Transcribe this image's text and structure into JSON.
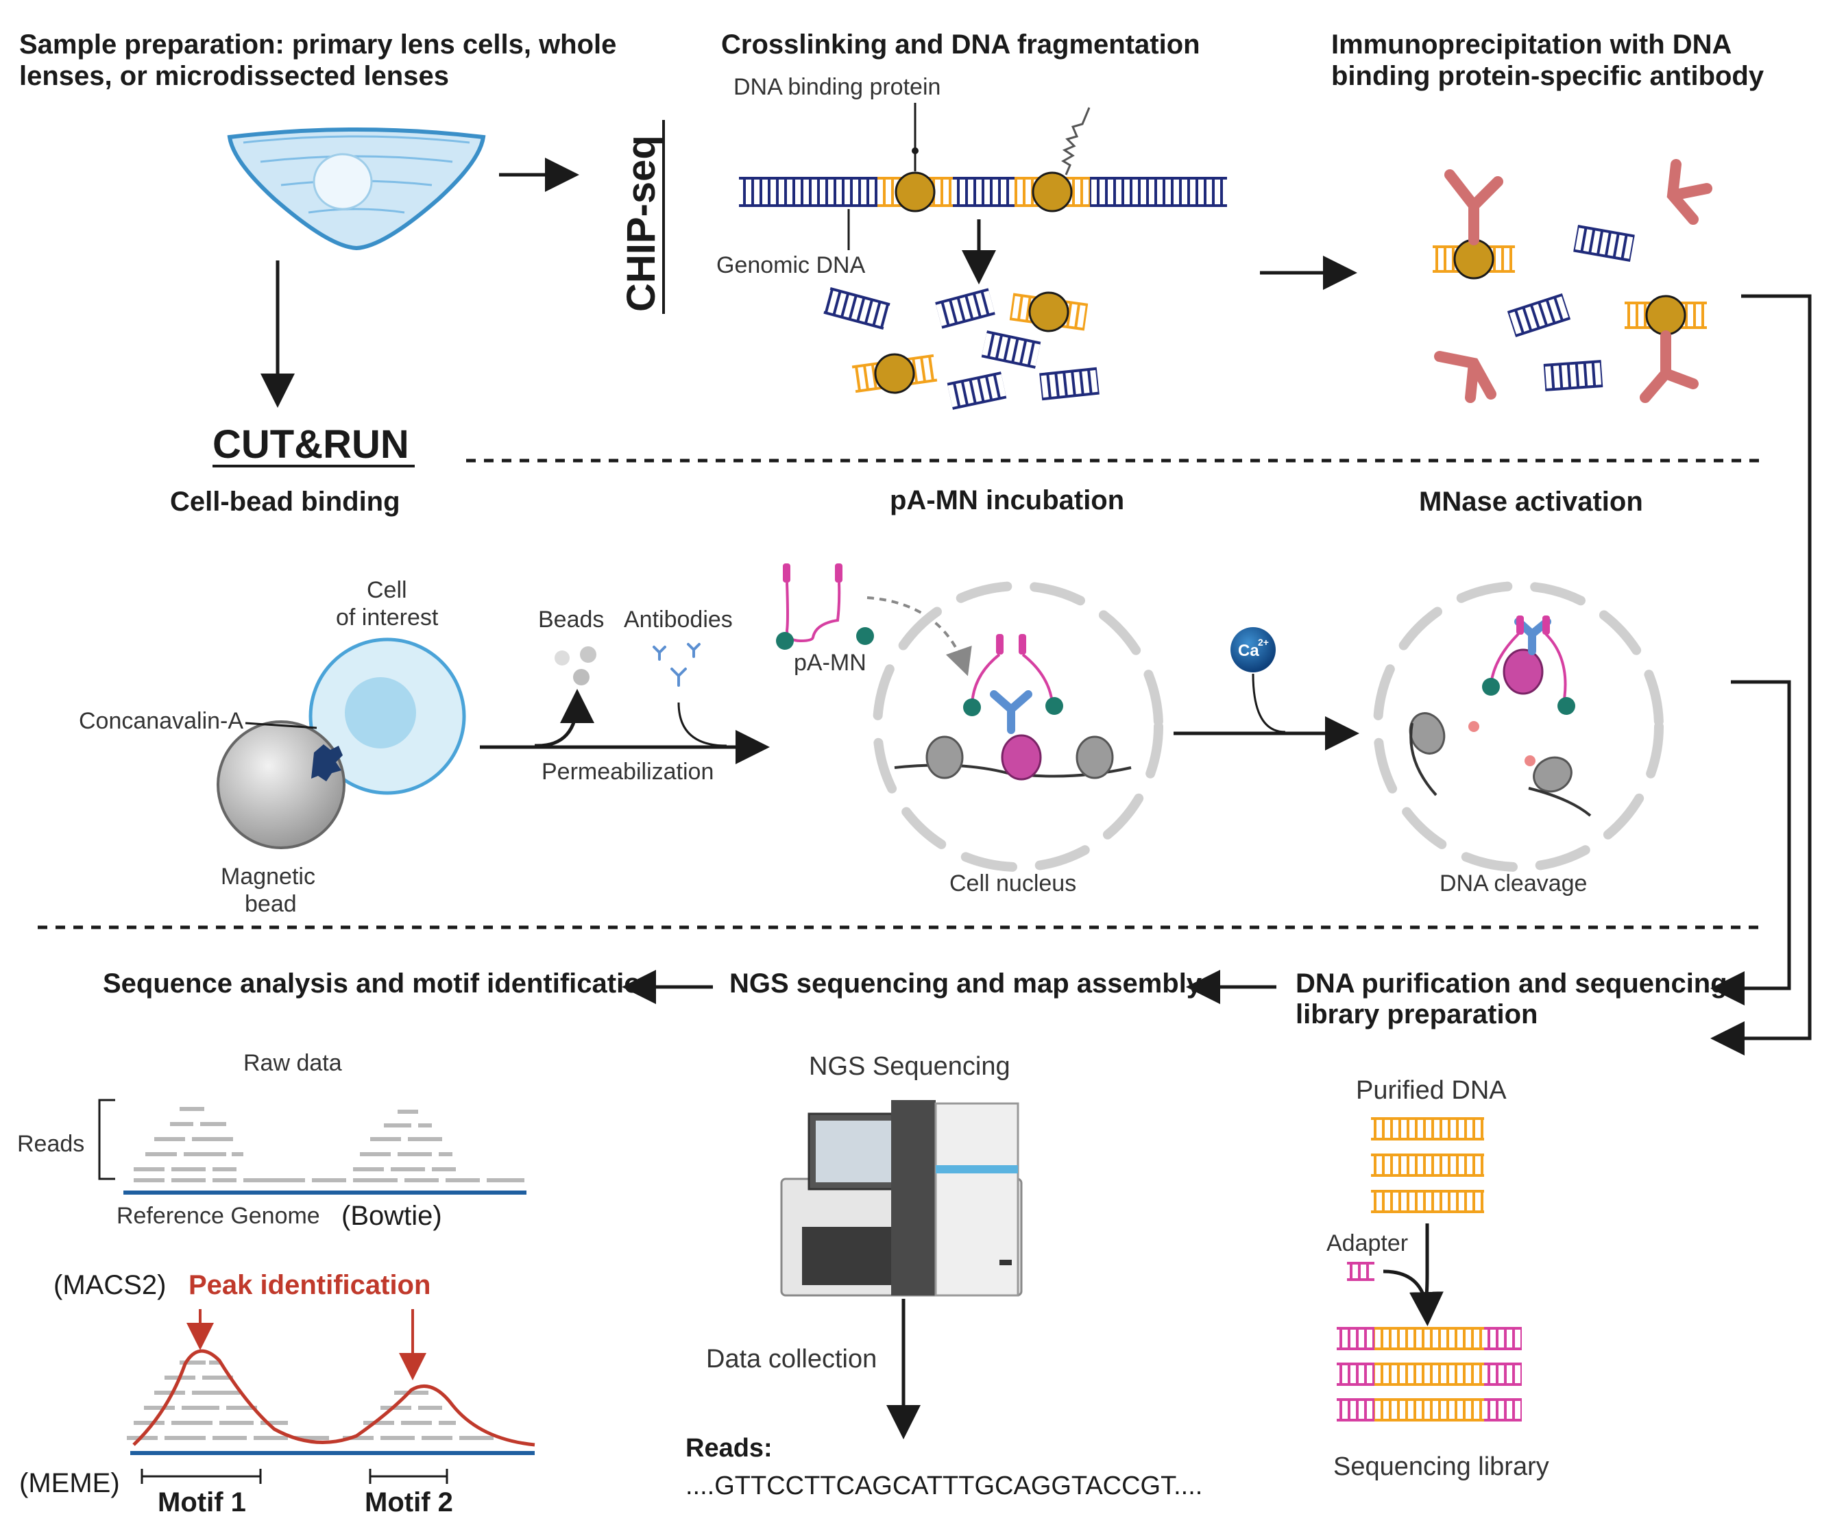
{
  "headings": {
    "sample_prep": [
      "Sample preparation: primary lens cells, whole",
      "lenses, or microdissected lenses"
    ],
    "crosslinking": "Crosslinking and DNA fragmentation",
    "immunoprecipitation": [
      "Immunoprecipitation with DNA",
      "binding protein-specific antibody"
    ],
    "chip_seq": "CHIP-seq",
    "cut_run": "CUT&RUN",
    "cell_bead": "Cell-bead binding",
    "pamn_incubation": "pA-MN incubation",
    "mnase_activation": "MNase activation",
    "sequence_analysis": "Sequence analysis and motif identification",
    "ngs_map": "NGS sequencing and map assembly",
    "dna_purification": [
      "DNA purification and sequencing",
      "library preparation"
    ]
  },
  "labels": {
    "dna_binding_protein": "DNA binding protein",
    "genomic_dna": "Genomic DNA",
    "cell_of_interest": [
      "Cell",
      "of interest"
    ],
    "concanavalin": "Concanavalin-A",
    "magnetic_bead": [
      "Magnetic",
      "bead"
    ],
    "beads": "Beads",
    "antibodies": "Antibodies",
    "permeabilization": "Permeabilization",
    "pa_mn": "pA-MN",
    "ca": "Ca",
    "ca_sup": "2+",
    "cell_nucleus": "Cell nucleus",
    "dna_cleavage": "DNA cleavage",
    "raw_data": "Raw data",
    "reads_axis": "Reads",
    "reference_genome": "Reference Genome",
    "bowtie": "(Bowtie)",
    "macs2": "(MACS2)",
    "peak_identification": "Peak identification",
    "meme": "(MEME)",
    "motif1": "Motif 1",
    "motif2": "Motif 2",
    "ngs_sequencing": "NGS Sequencing",
    "data_collection": "Data collection",
    "reads_title": "Reads:",
    "reads_sequence": "....GTTCCTTCAGCATTTGCAGGTACCGT....",
    "purified_dna": "Purified DNA",
    "adapter": "Adapter",
    "sequencing_library": "Sequencing library"
  },
  "colors": {
    "dna_navy": "#1f2a7a",
    "dna_orange": "#f3a21c",
    "protein_gold": "#c9961d",
    "antibody_red": "#d07070",
    "adapter_pink": "#d63fa1",
    "peak_red": "#c0392b",
    "genome_blue": "#1f5fa0",
    "lens_blue": "#4aa3d8"
  }
}
